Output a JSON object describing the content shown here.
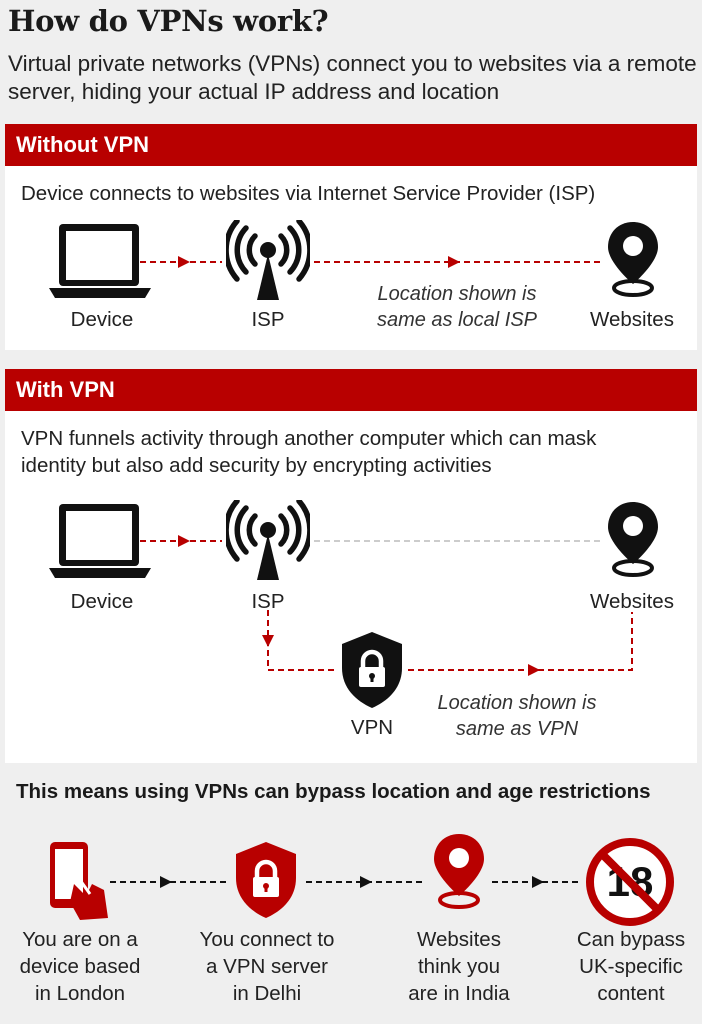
{
  "title": "How do VPNs work?",
  "subtitle": "Virtual private networks (VPNs) connect you to websites via a remote server, hiding your actual IP address and location",
  "without_vpn": {
    "banner": "Without VPN",
    "description": "Device connects to websites via Internet Service Provider (ISP)",
    "device_label": "Device",
    "isp_label": "ISP",
    "websites_label": "Websites",
    "note_line1": "Location shown is",
    "note_line2": "same as local ISP"
  },
  "with_vpn": {
    "banner": "With VPN",
    "description_line1": "VPN funnels activity through another computer which can mask",
    "description_line2": "identity but also add security by encrypting activities",
    "device_label": "Device",
    "isp_label": "ISP",
    "websites_label": "Websites",
    "vpn_label": "VPN",
    "note_line1": "Location shown is",
    "note_line2": "same as VPN"
  },
  "bypass": {
    "heading": "This means using VPNs can bypass location and age restrictions",
    "steps": [
      {
        "line1": "You are on a",
        "line2": "device based",
        "line3": "in London",
        "icon": "phone-hand-icon"
      },
      {
        "line1": "You connect to",
        "line2": "a VPN server",
        "line3": "in Delhi",
        "icon": "shield-lock-icon"
      },
      {
        "line1": "Websites",
        "line2": "think you",
        "line3": "are in India",
        "icon": "location-pin-icon"
      },
      {
        "line1": "Can bypass",
        "line2": "UK-specific",
        "line3": "content",
        "icon": "no-18-icon"
      }
    ],
    "age_badge": "18"
  },
  "colors": {
    "banner_red": "#b80000",
    "arrow_red": "#b80000",
    "icon_black": "#111111",
    "background": "#efefef",
    "panel": "#ffffff"
  }
}
